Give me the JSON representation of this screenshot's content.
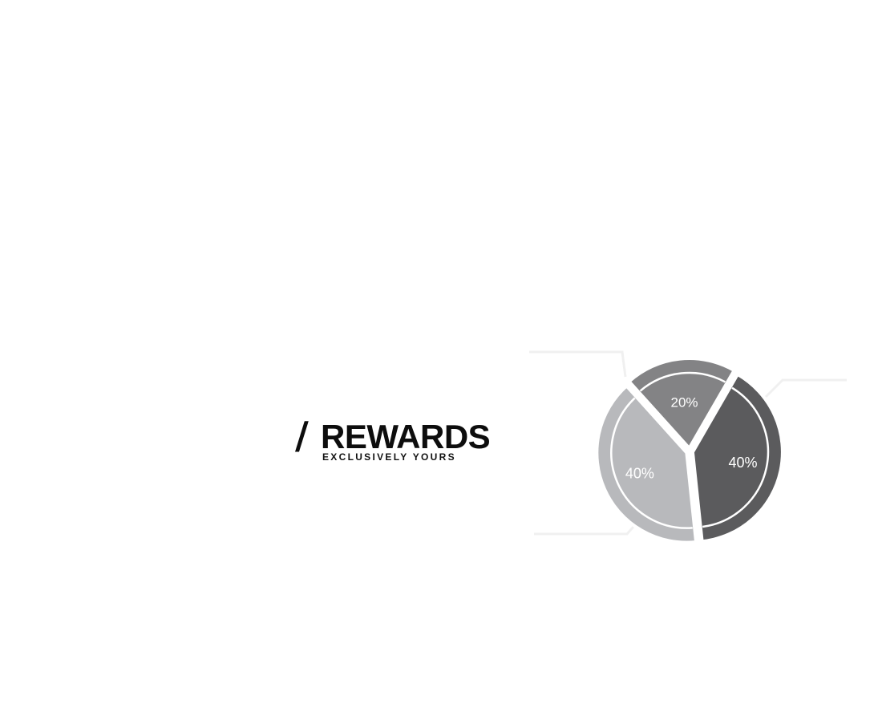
{
  "brand": {
    "slash": "/",
    "name": "REWARDS",
    "tagline": "EXCLUSIVELY YOURS"
  },
  "chart_data": {
    "type": "pie",
    "categories": [
      "",
      "",
      ""
    ],
    "values": [
      40,
      40,
      20
    ],
    "labels": [
      "40%",
      "40%",
      "20%"
    ],
    "colors": [
      "#5b5b5d",
      "#b8b9bc",
      "#838385"
    ],
    "legend": "none"
  },
  "colors": {
    "background": "#ffffff",
    "text": "#0d0d0d",
    "label_text": "#ffffff",
    "inner_ring": "#ffffff",
    "leader_lines": "#f0f0f0"
  }
}
